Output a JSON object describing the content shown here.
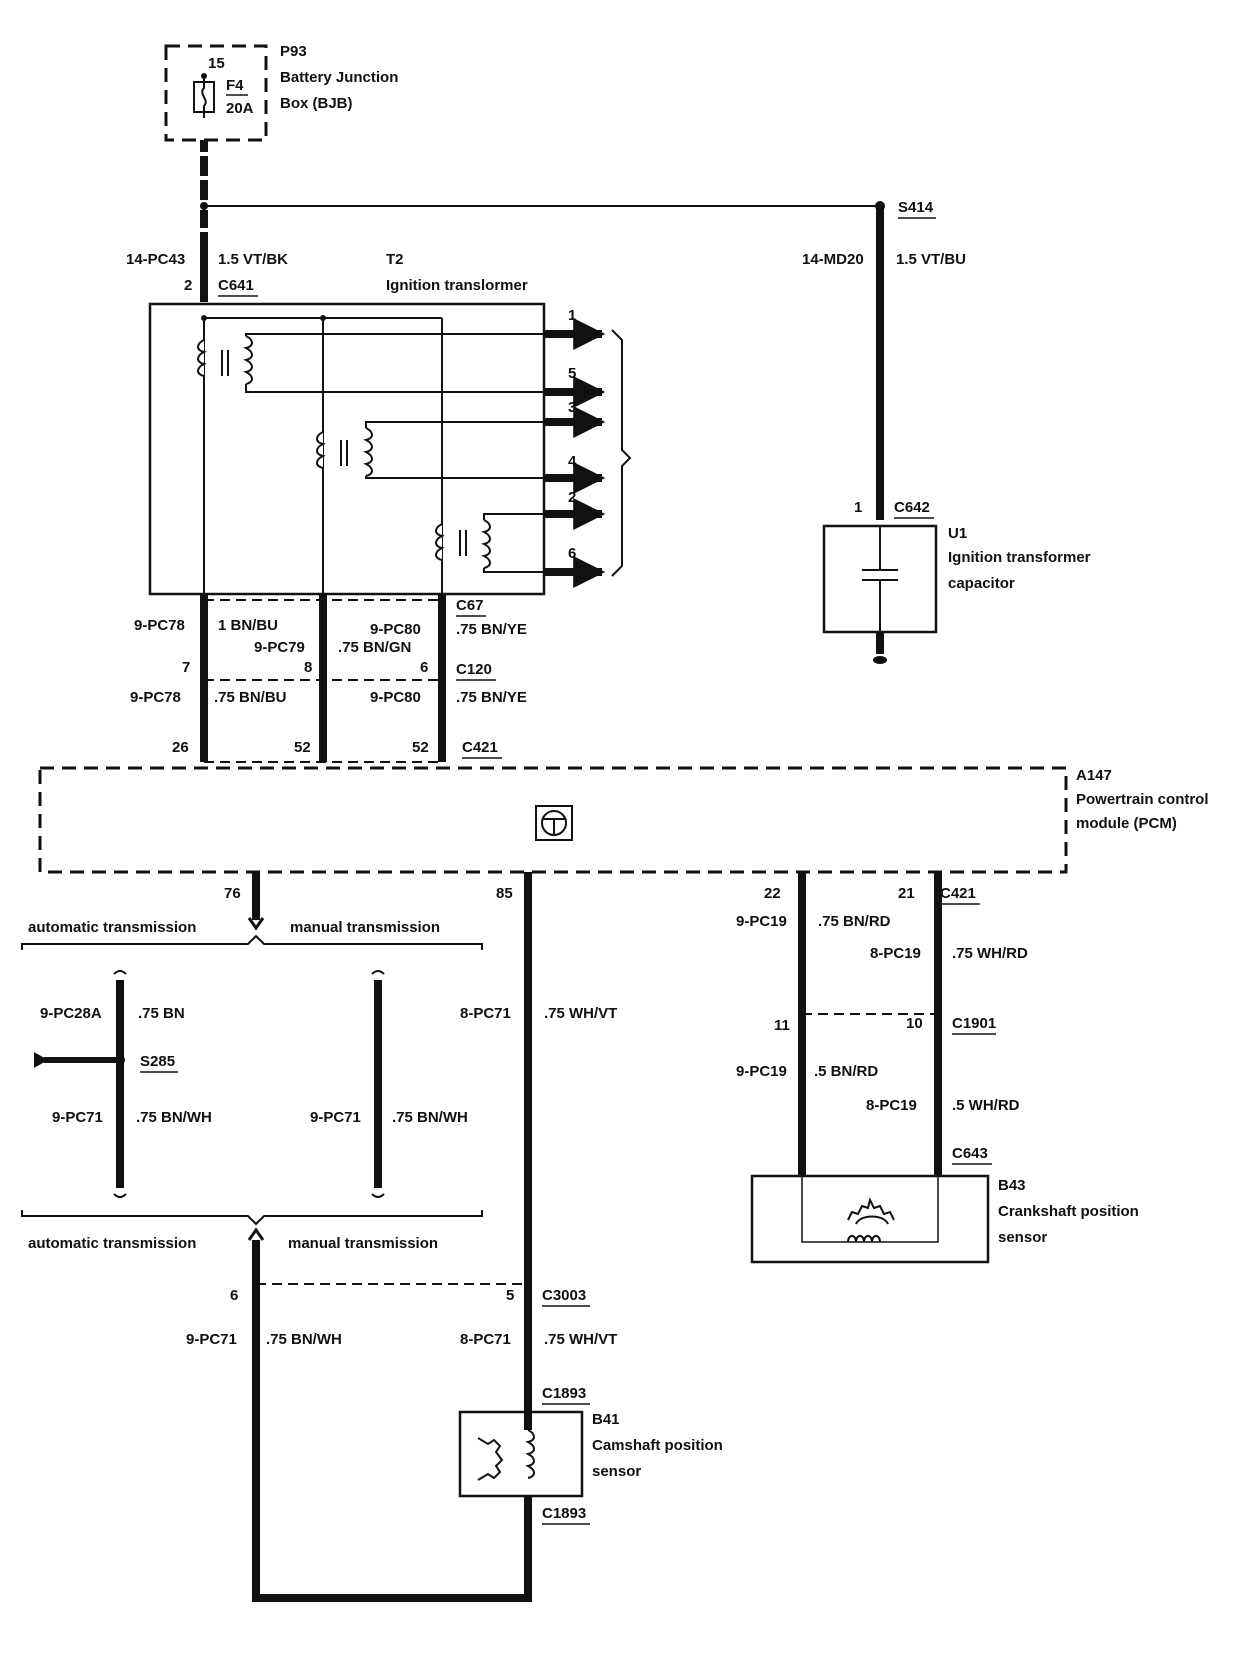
{
  "bjb": {
    "ref": "P93",
    "line1": "Battery Junction",
    "line2": "Box (BJB)",
    "pin": "15",
    "fuse": "F4",
    "rating": "20A"
  },
  "splice_s414": "S414",
  "wire_pc43": {
    "circuit": "14-PC43",
    "spec": "1.5 VT/BK",
    "pin": "2",
    "connector": "C641"
  },
  "wire_md20": {
    "circuit": "14-MD20",
    "spec": "1.5 VT/BU"
  },
  "t2": {
    "ref": "T2",
    "name": "Ignition translormer",
    "outputs": [
      "1",
      "5",
      "3",
      "4",
      "2",
      "6"
    ]
  },
  "u1": {
    "ref": "U1",
    "line1": "Ignition transformer",
    "line2": "capacitor",
    "pin": "1",
    "connector": "C642"
  },
  "c67_block": {
    "connector": "C67",
    "pc78": "9-PC78",
    "pc78_spec": "1 BN/BU",
    "pc79": "9-PC79",
    "pc79_spec": ".75 BN/GN",
    "pc80": "9-PC80",
    "pc80_spec": ".75 BN/YE"
  },
  "c120_block": {
    "connector": "C120",
    "pin_a": "7",
    "pin_b": "8",
    "pin_c": "6"
  },
  "c421_top": {
    "pc78": "9-PC78",
    "pc78_spec": ".75 BN/BU",
    "pc80": "9-PC80",
    "pc80_spec": ".75 BN/YE",
    "pin_a": "26",
    "pin_b": "52",
    "pin_c": "52",
    "connector": "C421"
  },
  "pcm": {
    "ref": "A147",
    "line1": "Powertrain control",
    "line2": "module (PCM)"
  },
  "pcm_pins": {
    "p76": "76",
    "p85": "85",
    "p22": "22",
    "p21": "21",
    "connector": "C421"
  },
  "trans_top": {
    "auto": "automatic transmission",
    "manual": "manual transmission"
  },
  "trans_mid": {
    "pc28a": "9-PC28A",
    "pc28a_spec": ".75 BN",
    "splice": "S285",
    "pc71_auto": "9-PC71",
    "pc71_auto_spec": ".75 BN/WH",
    "pc71_man": "9-PC71",
    "pc71_man_spec": ".75 BN/WH"
  },
  "trans_bottom": {
    "auto": "automatic transmission",
    "manual": "manual transmission"
  },
  "wire_pc71_8": {
    "circuit": "8-PC71",
    "spec": ".75 WH/VT"
  },
  "c3003": {
    "pin_a": "6",
    "pin_b": "5",
    "connector": "C3003"
  },
  "below_c3003": {
    "left_circuit": "9-PC71",
    "left_spec": ".75 BN/WH",
    "right_circuit": "8-PC71",
    "right_spec": ".75 WH/VT"
  },
  "b41": {
    "ref": "B41",
    "line1": "Camshaft position",
    "line2": "sensor",
    "conn_top": "C1893",
    "conn_bottom": "C1893"
  },
  "crank_wires": {
    "pc19_9": "9-PC19",
    "pc19_9_spec": ".75 BN/RD",
    "pc19_8": "8-PC19",
    "pc19_8_spec": ".75 WH/RD"
  },
  "c1901": {
    "pin_a": "11",
    "pin_b": "10",
    "connector": "C1901"
  },
  "crank_wires_lower": {
    "pc19_9": "9-PC19",
    "pc19_9_spec": ".5 BN/RD",
    "pc19_8": "8-PC19",
    "pc19_8_spec": ".5 WH/RD",
    "connector": "C643"
  },
  "b43": {
    "ref": "B43",
    "line1": "Crankshaft position",
    "line2": "sensor"
  }
}
